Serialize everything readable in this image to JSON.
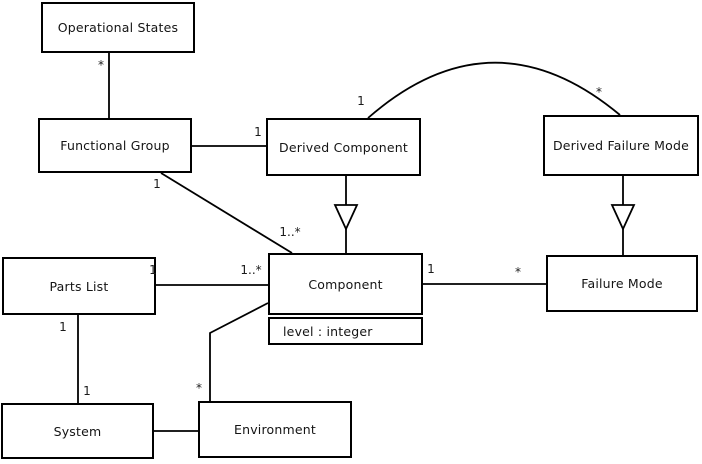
{
  "diagram": {
    "kind": "uml-class-diagram",
    "background_color": "#ffffff",
    "line_color": "#000000",
    "classes": [
      {
        "id": "operational-states",
        "label": "Operational States"
      },
      {
        "id": "functional-group",
        "label": "Functional Group"
      },
      {
        "id": "derived-component",
        "label": "Derived Component"
      },
      {
        "id": "derived-failure-mode",
        "label": "Derived Failure Mode"
      },
      {
        "id": "parts-list",
        "label": "Parts List"
      },
      {
        "id": "component",
        "label": "Component",
        "attributes": [
          "level : integer"
        ]
      },
      {
        "id": "failure-mode",
        "label": "Failure Mode"
      },
      {
        "id": "system",
        "label": "System"
      },
      {
        "id": "environment",
        "label": "Environment"
      }
    ],
    "edges": [
      {
        "from": "Operational States",
        "to": "Functional Group",
        "type": "association",
        "mult_from": "*"
      },
      {
        "from": "Functional Group",
        "to": "Derived Component",
        "type": "association",
        "mult_to": "1"
      },
      {
        "from": "Functional Group",
        "to": "Component",
        "type": "association",
        "mult_from": "1",
        "mult_to": "1..*"
      },
      {
        "from": "Derived Component",
        "to": "Derived Failure Mode",
        "type": "association",
        "mult_from": "1",
        "mult_to": "*"
      },
      {
        "from": "Derived Component",
        "to": "Component",
        "type": "generalization"
      },
      {
        "from": "Derived Failure Mode",
        "to": "Failure Mode",
        "type": "generalization"
      },
      {
        "from": "Parts List",
        "to": "Component",
        "type": "association",
        "mult_from": "1",
        "mult_to": "1..*"
      },
      {
        "from": "Component",
        "to": "Failure Mode",
        "type": "association",
        "mult_from": "1",
        "mult_to": "*"
      },
      {
        "from": "Parts List",
        "to": "System",
        "type": "association",
        "mult_from": "1",
        "mult_to": "1"
      },
      {
        "from": "System",
        "to": "Environment",
        "type": "association"
      },
      {
        "from": "Environment",
        "to": "Component",
        "type": "association",
        "mult_from": "*"
      }
    ]
  }
}
